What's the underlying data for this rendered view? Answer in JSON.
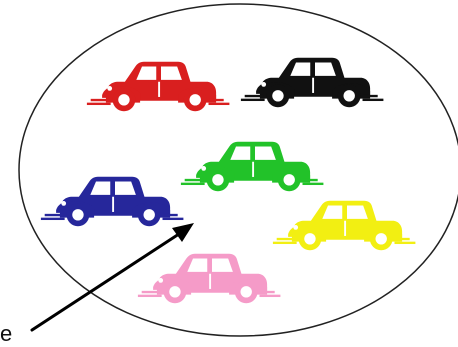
{
  "diagram": {
    "type": "set-membership",
    "background": "#ffffff",
    "outline_color": "#222222",
    "arrow_color": "#000000",
    "cropped_edge_label": "e",
    "cars": [
      {
        "id": "red",
        "color": "#d91f1f"
      },
      {
        "id": "black",
        "color": "#111111"
      },
      {
        "id": "green",
        "color": "#22c229"
      },
      {
        "id": "blue",
        "color": "#26279b"
      },
      {
        "id": "yellow",
        "color": "#f2ef12"
      },
      {
        "id": "pink",
        "color": "#f59bc8"
      }
    ],
    "highlighted_car": "green"
  }
}
